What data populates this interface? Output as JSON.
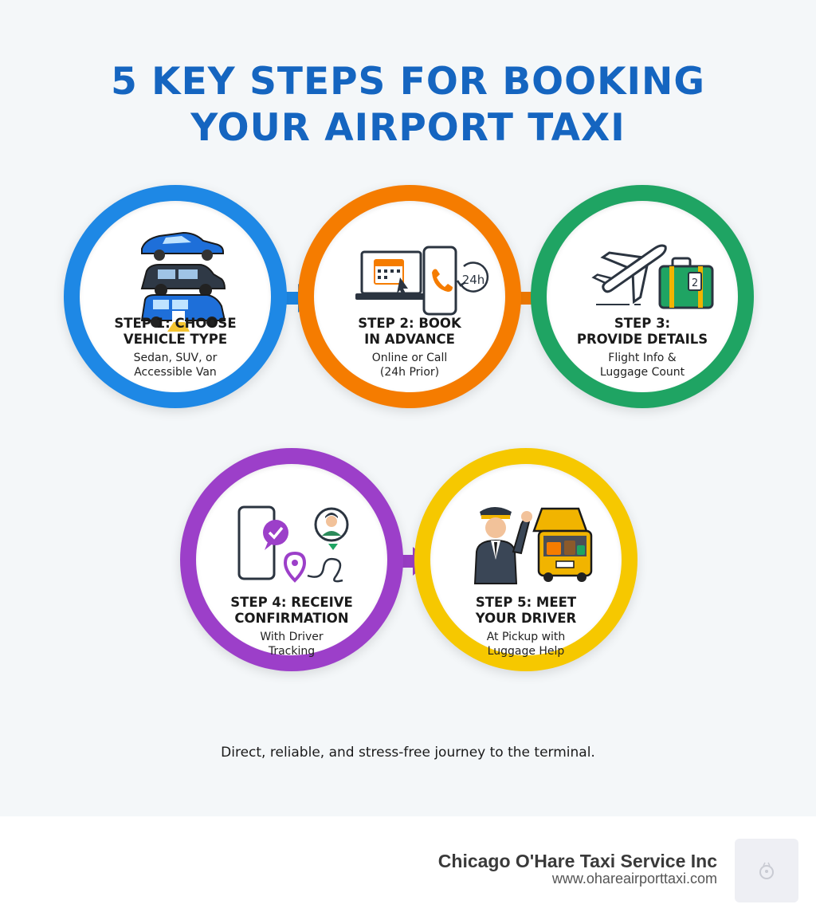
{
  "title": {
    "line1": "5 KEY STEPS FOR BOOKING",
    "line2": "YOUR AIRPORT TAXI"
  },
  "steps": [
    {
      "title_line1": "STEP 1: CHOOSE",
      "title_line2": "VEHICLE TYPE",
      "desc_line1": "Sedan, SUV, or",
      "desc_line2": "Accessible Van",
      "color": "#1e88e5",
      "icons": [
        "sedan-icon",
        "suv-icon",
        "accessible-van-icon"
      ]
    },
    {
      "title_line1": "STEP 2: BOOK",
      "title_line2": "IN ADVANCE",
      "desc_line1": "Online or Call",
      "desc_line2": "(24h Prior)",
      "color": "#f57c00",
      "icons": [
        "laptop-calendar-icon",
        "smartphone-call-icon",
        "24h-icon"
      ],
      "badge": "24h"
    },
    {
      "title_line1": "STEP 3:",
      "title_line2": "PROVIDE DETAILS",
      "desc_line1": "Flight Info &",
      "desc_line2": "Luggage Count",
      "color": "#1fa463",
      "icons": [
        "airplane-icon",
        "suitcase-icon"
      ],
      "badge": "2"
    },
    {
      "title_line1": "STEP 4: RECEIVE",
      "title_line2": "CONFIRMATION",
      "desc_line1": "With Driver",
      "desc_line2": "Tracking",
      "color": "#9c3fc9",
      "icons": [
        "smartphone-icon",
        "check-bubble-icon",
        "driver-avatar-icon",
        "location-pin-icon"
      ]
    },
    {
      "title_line1": "STEP 5: MEET",
      "title_line2": "YOUR DRIVER",
      "desc_line1": "At Pickup with",
      "desc_line2": "Luggage Help",
      "color": "#f6c800",
      "icons": [
        "chauffeur-icon",
        "taxi-trunk-luggage-icon"
      ]
    }
  ],
  "tagline": "Direct, reliable, and stress-free journey to the terminal.",
  "footer": {
    "company": "Chicago O'Hare Taxi Service Inc",
    "website": "www.ohareairporttaxi.com"
  }
}
